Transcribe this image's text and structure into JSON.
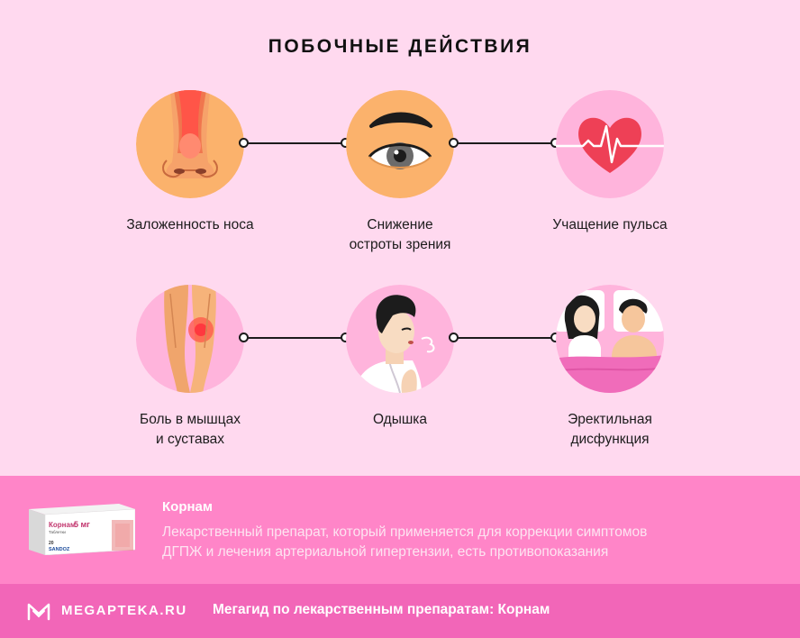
{
  "title": "ПОБОЧНЫЕ ДЕЙСТВИЯ",
  "side_effects": [
    {
      "icon": "nose-icon",
      "label_lines": [
        "Заложенность носа"
      ]
    },
    {
      "icon": "eye-icon",
      "label_lines": [
        "Снижение",
        "остроты зрения"
      ]
    },
    {
      "icon": "heart-pulse-icon",
      "label_lines": [
        "Учащение пульса"
      ]
    },
    {
      "icon": "legs-pain-icon",
      "label_lines": [
        "Боль в мышцах",
        "и суставах"
      ]
    },
    {
      "icon": "breathless-man-icon",
      "label_lines": [
        "Одышка"
      ]
    },
    {
      "icon": "couple-in-bed-icon",
      "label_lines": [
        "Эректильная",
        "дисфункция"
      ]
    }
  ],
  "drug": {
    "name": "Корнам",
    "description_lines": [
      "Лекарственный препарат, который применяется для коррекции симптомов",
      "ДГПЖ и лечения артериальной гипертензии, есть противопоказания"
    ],
    "package": {
      "brand": "Корнам",
      "dose": "5 мг",
      "form": "Таблетки",
      "count": "20",
      "maker": "SANDOZ"
    }
  },
  "footer": {
    "logo_text": "MEGAPTEKA.RU",
    "caption": "Мегагид по лекарственным препаратам: Корнам"
  },
  "colors": {
    "background": "#ffd9ef",
    "drug_band": "#ff85c8",
    "footer": "#f266b8",
    "orange_circle": "#fbb26c",
    "pink_circle": "#ffb4dc",
    "heart": "#ee4056"
  }
}
